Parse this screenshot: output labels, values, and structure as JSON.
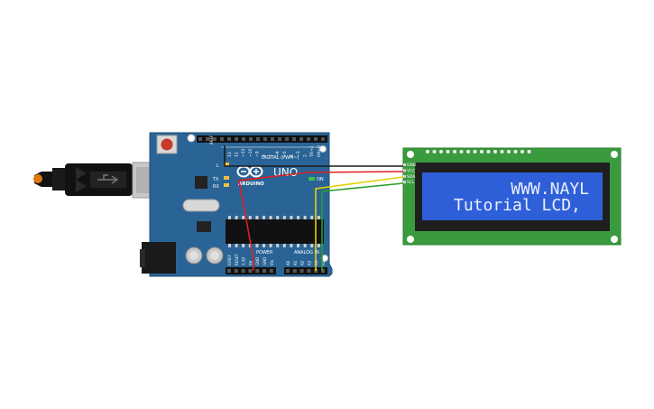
{
  "board": {
    "name": "UNO",
    "brand": "ARDUINO",
    "digital_header_label": "DIGITAL (PWM~)",
    "power_label": "POWER",
    "analog_label": "ANALOG IN",
    "on_label": "ON",
    "l_label": "L",
    "tx_label": "TX",
    "rx_label": "RX",
    "aref_label": "AREF",
    "digital_pins": [
      "13",
      "12",
      "~11",
      "~10",
      "~9",
      "8",
      "7",
      "~6",
      "~5",
      "4",
      "~3",
      "2",
      "TX→1",
      "RX←0"
    ],
    "power_pins": [
      "IOREF",
      "RESET",
      "3.3V",
      "5V",
      "GND",
      "GND",
      "Vin"
    ],
    "analog_pins": [
      "A0",
      "A1",
      "A2",
      "A3",
      "A4",
      "A5"
    ]
  },
  "lcd": {
    "line1": "WWW.NAYL",
    "line2": "Tutorial LCD,",
    "pins": [
      "GND",
      "VCC",
      "SDA",
      "SCL"
    ]
  },
  "colors": {
    "pcb": "#2a6496",
    "lcd_board": "#3a9b3e",
    "lcd_screen": "#2f5fd8",
    "wire_gnd": "#1a1a1a",
    "wire_vcc": "#e02020",
    "wire_sda": "#e5d000",
    "wire_scl": "#28a028"
  },
  "icons": [
    "usb-cable-icon",
    "reset-button-icon",
    "power-jack-icon",
    "chip-icon",
    "crystal-icon",
    "capacitor-icon"
  ]
}
